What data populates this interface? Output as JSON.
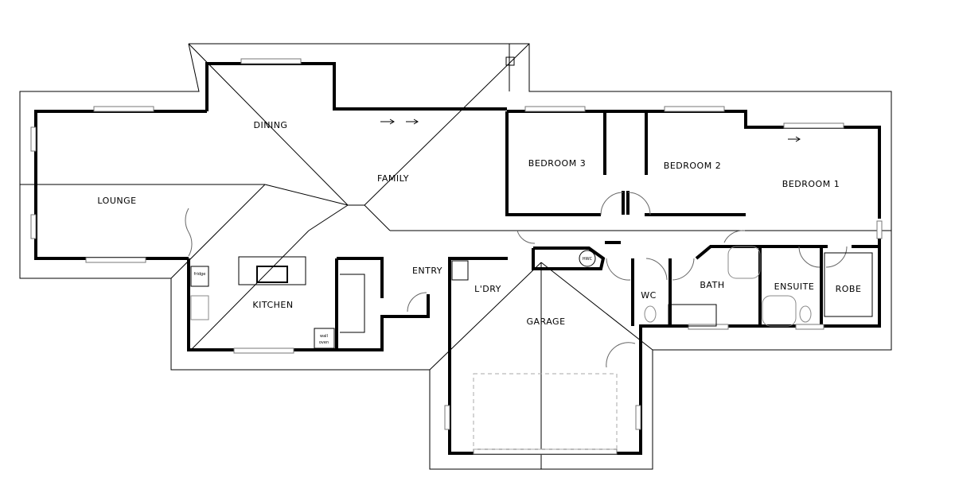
{
  "rooms": {
    "lounge": "LOUNGE",
    "dining": "DINING",
    "family": "FAMILY",
    "bedroom3": "BEDROOM 3",
    "bedroom2": "BEDROOM 2",
    "bedroom1": "BEDROOM 1",
    "kitchen": "KITCHEN",
    "entry": "ENTRY",
    "laundry": "L'DRY",
    "garage": "GARAGE",
    "wc": "WC",
    "bath": "BATH",
    "ensuite": "ENSUITE",
    "robe": "ROBE"
  },
  "fixtures": {
    "fridge": "fridge",
    "wall_oven_1": "wall",
    "wall_oven_2": "oven",
    "hwc": "HWC"
  }
}
